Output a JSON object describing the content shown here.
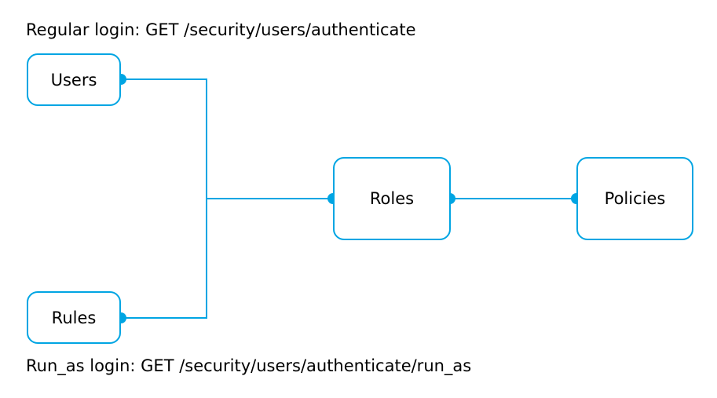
{
  "captions": {
    "regular_login": "Regular login: GET /security/users/authenticate",
    "run_as_login": "Run_as login: GET /security/users/authenticate/run_as"
  },
  "nodes": {
    "users": "Users",
    "rules": "Rules",
    "roles": "Roles",
    "policies": "Policies"
  },
  "colors": {
    "accent": "#00a5e3",
    "node_border": "#00a5e3",
    "text": "#000000",
    "background": "#ffffff"
  },
  "edges": [
    {
      "from": "users",
      "to": "roles"
    },
    {
      "from": "rules",
      "to": "roles"
    },
    {
      "from": "roles",
      "to": "policies"
    }
  ]
}
